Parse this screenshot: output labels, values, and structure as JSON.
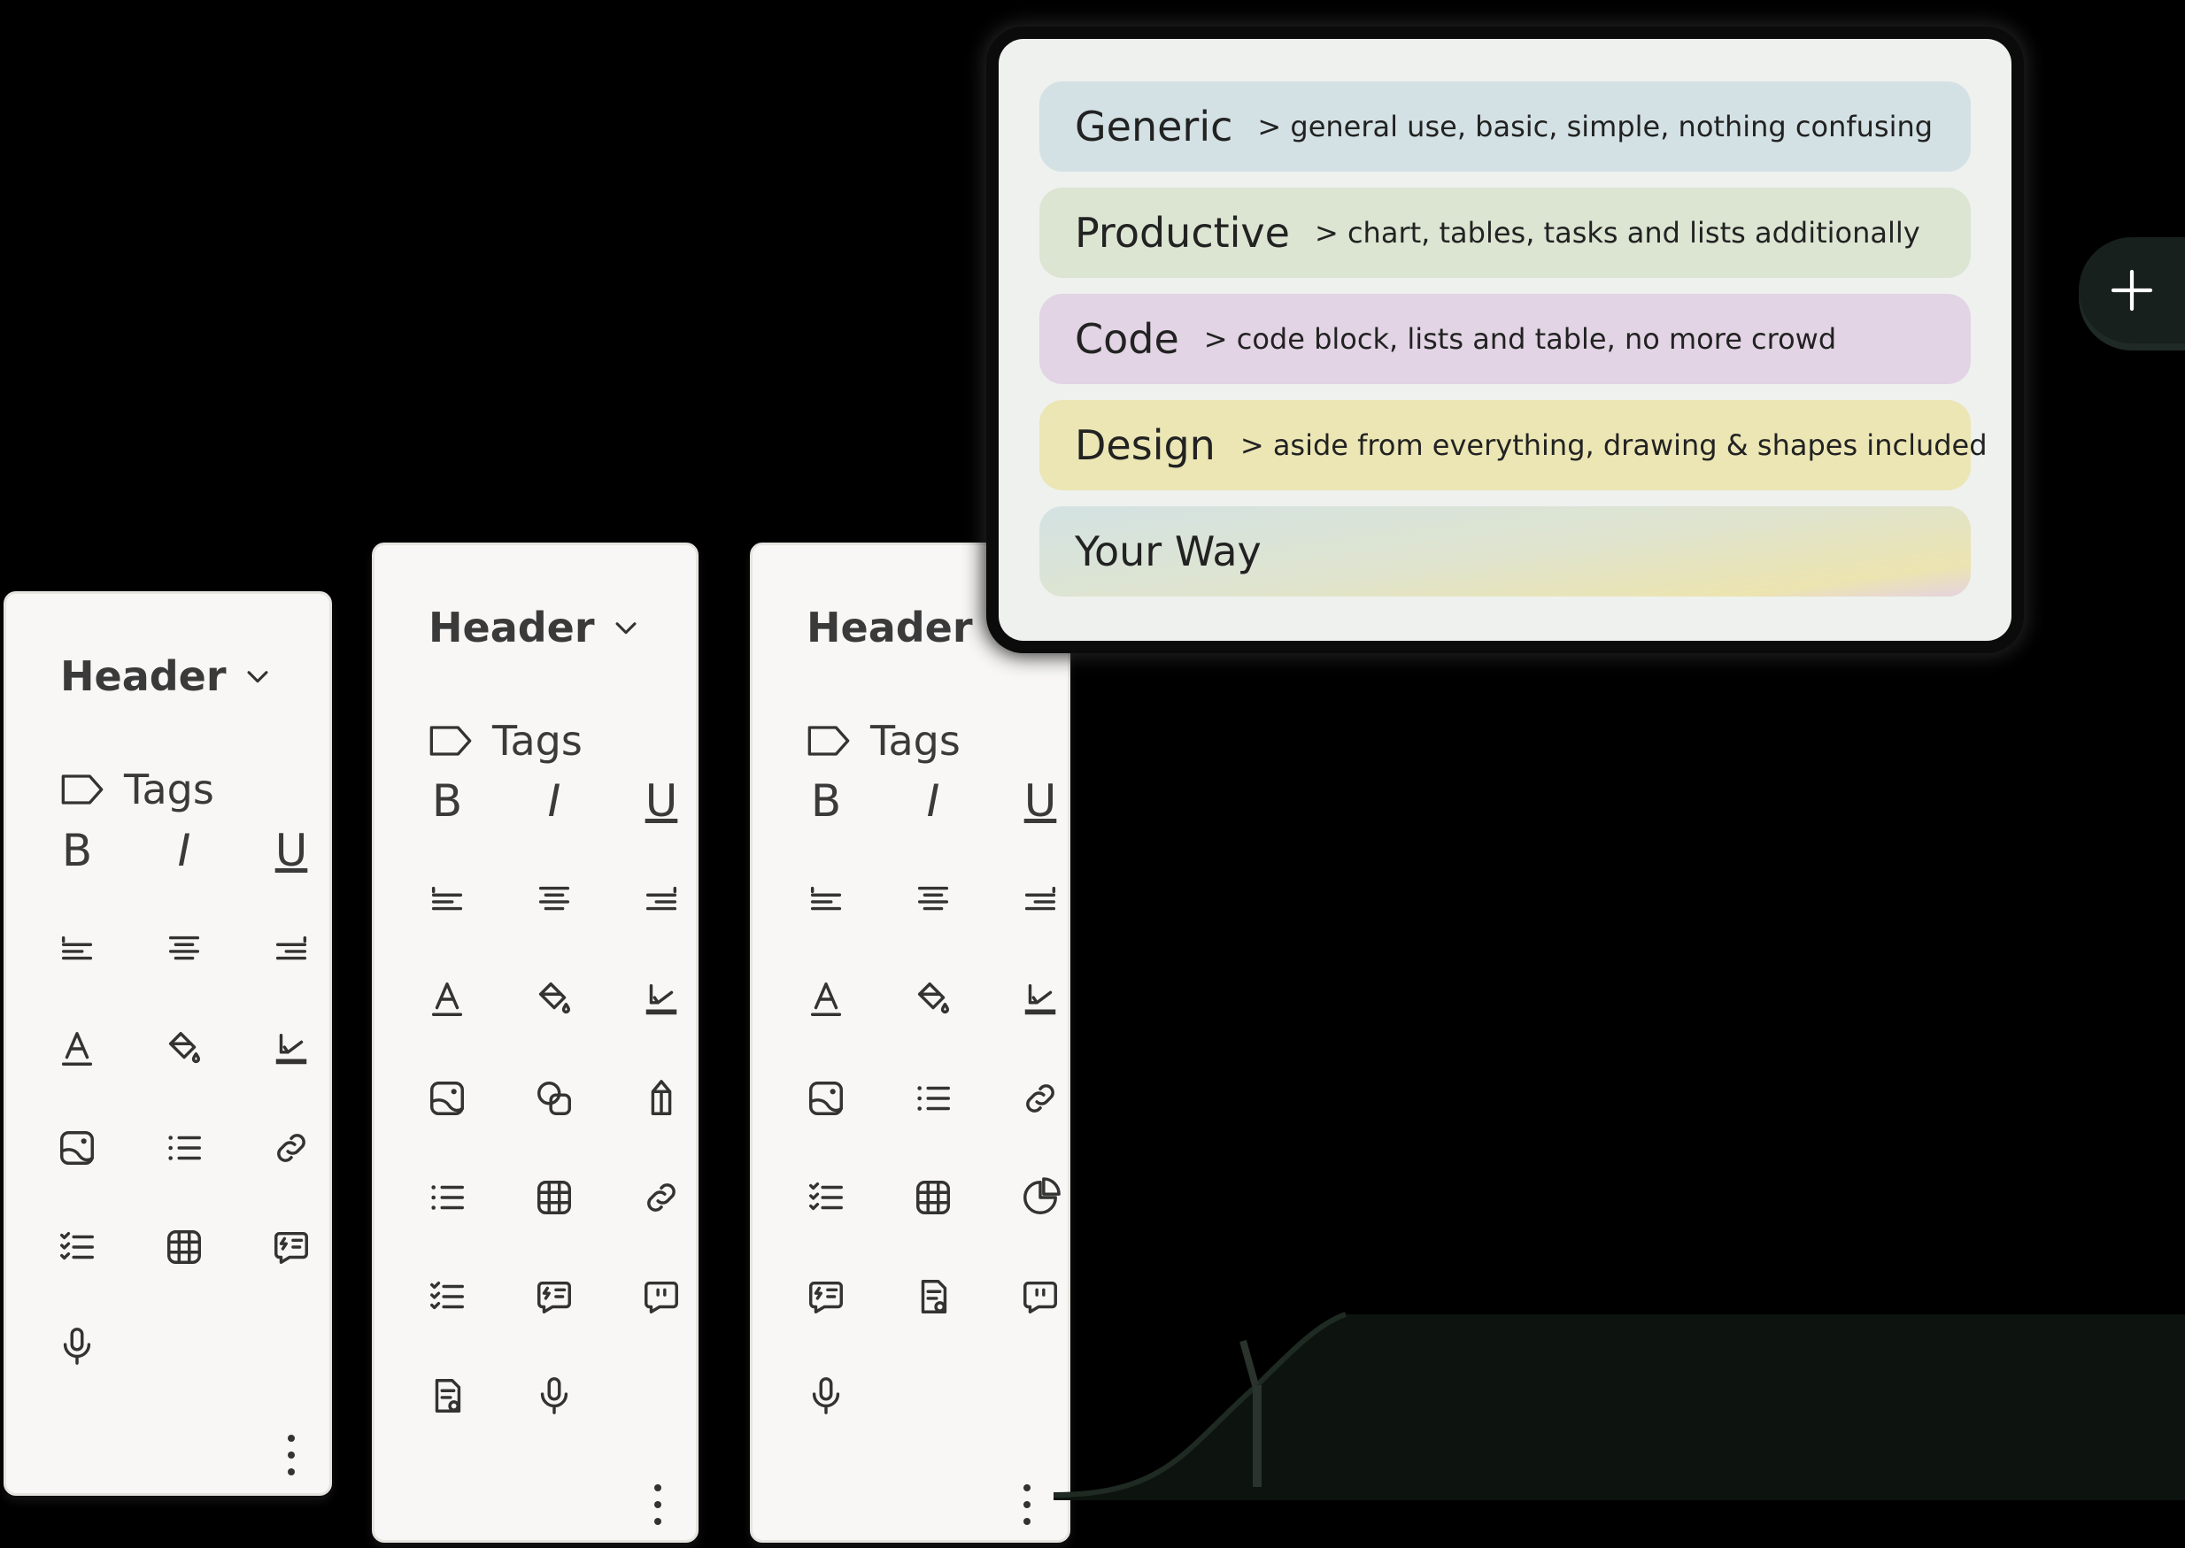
{
  "toolbars": [
    {
      "header_label": "Header",
      "tags_label": "Tags",
      "icons": [
        [
          "bold-icon",
          "italic-icon",
          "underline-icon"
        ],
        [
          "align-left-icon",
          "align-center-icon",
          "align-right-icon"
        ],
        [
          "font-color-icon",
          "fill-color-icon",
          "highlighter-icon"
        ],
        [
          "image-icon",
          "bullet-list-icon",
          "link-icon"
        ],
        [
          "checklist-icon",
          "table-icon",
          "smart-text-icon"
        ],
        [
          "microphone-icon"
        ]
      ]
    },
    {
      "header_label": "Header",
      "tags_label": "Tags",
      "icons": [
        [
          "bold-icon",
          "italic-icon",
          "underline-icon"
        ],
        [
          "align-left-icon",
          "align-center-icon",
          "align-right-icon"
        ],
        [
          "font-color-icon",
          "fill-color-icon",
          "highlighter-icon"
        ],
        [
          "image-icon",
          "shapes-icon",
          "pencil-icon"
        ],
        [
          "bullet-list-icon",
          "table-icon",
          "link-icon"
        ],
        [
          "checklist-icon",
          "smart-text-icon",
          "comment-icon"
        ],
        [
          "note-icon",
          "microphone-icon"
        ]
      ]
    },
    {
      "header_label": "Header",
      "tags_label": "Tags",
      "icons": [
        [
          "bold-icon",
          "italic-icon",
          "underline-icon"
        ],
        [
          "align-left-icon",
          "align-center-icon",
          "align-right-icon"
        ],
        [
          "font-color-icon",
          "fill-color-icon",
          "highlighter-icon"
        ],
        [
          "image-icon",
          "bullet-list-icon",
          "link-icon"
        ],
        [
          "checklist-icon",
          "table-icon",
          "pie-chart-icon"
        ],
        [
          "smart-text-icon",
          "note-icon",
          "comment-icon"
        ],
        [
          "microphone-icon"
        ]
      ]
    }
  ],
  "glyphs": {
    "bold": "B",
    "italic": "I",
    "underline": "U"
  },
  "modes": [
    {
      "name": "Generic",
      "description": "> general use, basic, simple, nothing confusing",
      "color": "#d4e1e4"
    },
    {
      "name": "Productive",
      "description": "> chart, tables, tasks and lists additionally",
      "color": "#dbe5d2"
    },
    {
      "name": "Code",
      "description": "> code block, lists and table, no more crowd",
      "color": "#e2d4e4"
    },
    {
      "name": "Design",
      "description": "> aside from everything, drawing & shapes included",
      "color": "#ebe6b4"
    },
    {
      "name": "Your Way",
      "description": "",
      "color": "gradient"
    }
  ]
}
